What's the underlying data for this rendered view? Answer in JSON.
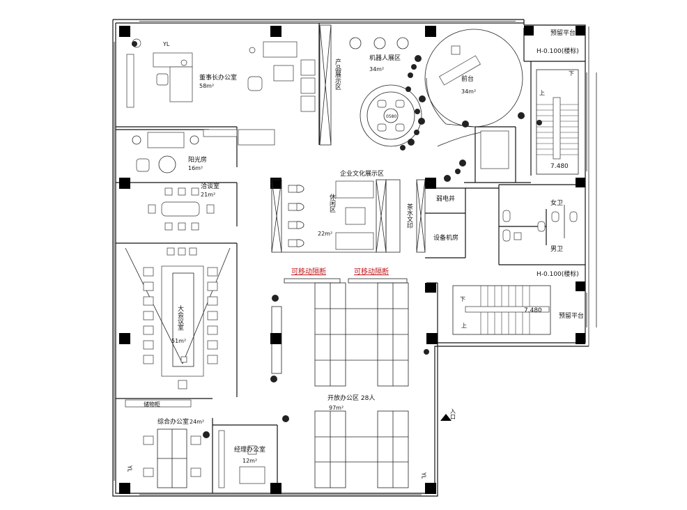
{
  "rooms": [
    {
      "name": "董事长办公室",
      "area": "58m²"
    },
    {
      "name": "机器人展区",
      "area": "34m²"
    },
    {
      "name": "前台",
      "area": "34m²"
    },
    {
      "name": "产品展示区",
      "area": ""
    },
    {
      "name": "阳光房",
      "area": "16m²"
    },
    {
      "name": "洽谈室",
      "area": "21m²"
    },
    {
      "name": "企业文化展示区",
      "area": ""
    },
    {
      "name": "休闲区",
      "area": "22m²"
    },
    {
      "name": "茶水文印",
      "area": ""
    },
    {
      "name": "弱电井",
      "area": ""
    },
    {
      "name": "设备机房",
      "area": ""
    },
    {
      "name": "女卫",
      "area": ""
    },
    {
      "name": "男卫",
      "area": ""
    },
    {
      "name": "大会议室",
      "area": "51m²"
    },
    {
      "name": "开放办公区 28人",
      "area": "97m²"
    },
    {
      "name": "综合办公室",
      "area": "24m²"
    },
    {
      "name": "经理办公室",
      "area": "12m²"
    },
    {
      "name": "预留平台",
      "area": ""
    },
    {
      "name": "预留平台",
      "area": ""
    }
  ],
  "partitions": [
    "可移动隔断",
    "可移动隔断"
  ],
  "levels": [
    "H-0.100(楼标)",
    "H-0.100(楼标)"
  ],
  "stair_elevations": [
    "7.480",
    "7.480"
  ],
  "stair_labels": {
    "up": "上",
    "down": "下"
  },
  "misc": {
    "storage": "储物柜",
    "yl": "YL",
    "robot_center": "0580",
    "entrance": "入口"
  }
}
